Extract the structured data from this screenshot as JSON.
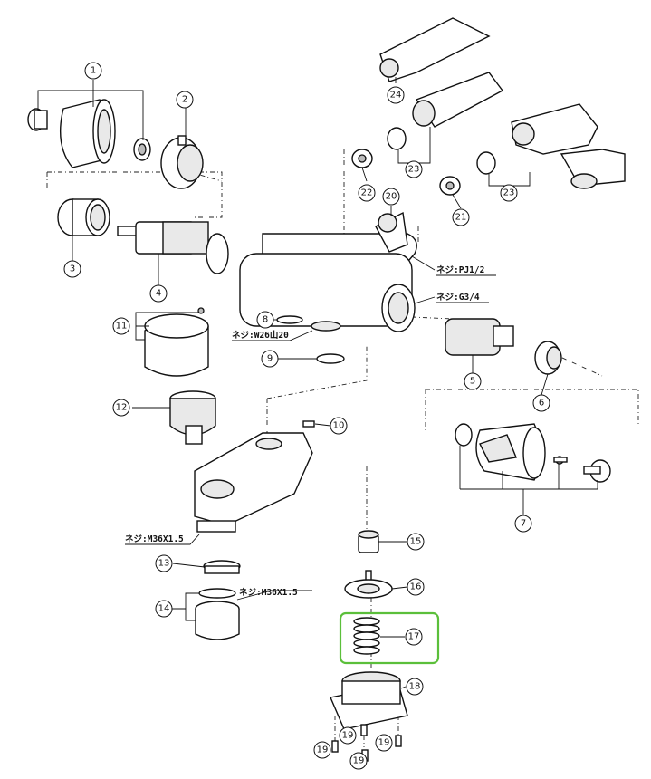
{
  "callouts": [
    "1",
    "2",
    "3",
    "4",
    "5",
    "6",
    "7",
    "8",
    "9",
    "10",
    "11",
    "12",
    "13",
    "14",
    "15",
    "16",
    "17",
    "18",
    "19",
    "19",
    "19",
    "19",
    "20",
    "21",
    "22",
    "23",
    "23",
    "24"
  ],
  "threads": {
    "pj": "ネジ:PJ1/2",
    "g34": "ネジ:G3/4",
    "w26": "ネジ:W26山20",
    "m36_left": "ネジ:M36X1.5",
    "m36_right": "ネジ:M36X1.5"
  },
  "colors": {
    "highlight": "#5bbf3a",
    "line": "#111111",
    "fill_light": "#e9e9e9"
  },
  "highlighted_part": "17"
}
